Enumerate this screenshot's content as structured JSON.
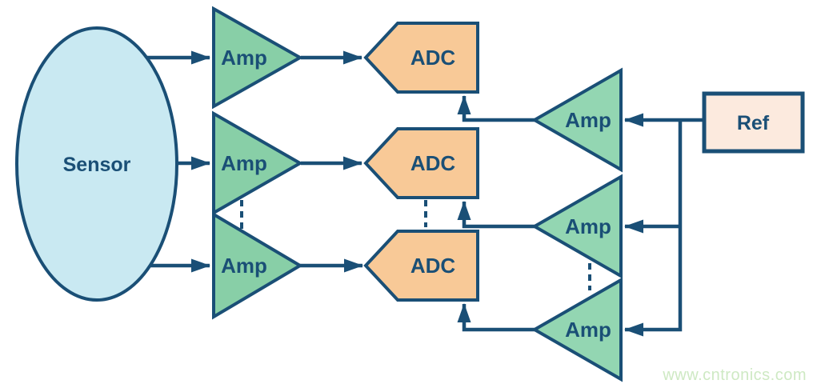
{
  "diagram": {
    "sensor": {
      "label": "Sensor"
    },
    "left_amps": [
      {
        "label": "Amp"
      },
      {
        "label": "Amp"
      },
      {
        "label": "Amp"
      }
    ],
    "adcs": [
      {
        "label": "ADC"
      },
      {
        "label": "ADC"
      },
      {
        "label": "ADC"
      }
    ],
    "right_amps": [
      {
        "label": "Amp"
      },
      {
        "label": "Amp"
      },
      {
        "label": "Amp"
      }
    ],
    "ref": {
      "label": "Ref"
    },
    "colors": {
      "outline_navy": "#1a4f76",
      "sensor_fill": "#c9e9f2",
      "amp_left_fill": "#88cfa7",
      "amp_right_fill": "#93d6b2",
      "adc_fill": "#f8c997",
      "ref_fill": "#fceade",
      "watermark_green": "#cee9c3"
    },
    "watermark": {
      "text": "www.cntronics.com",
      "color": "#cee9c3"
    }
  }
}
